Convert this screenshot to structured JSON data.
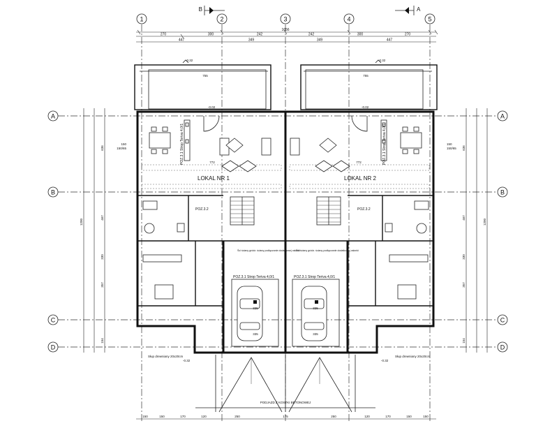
{
  "axes": {
    "columns": [
      {
        "id": "1"
      },
      {
        "id": "2"
      },
      {
        "id": "3"
      },
      {
        "id": "4"
      },
      {
        "id": "5"
      }
    ],
    "rows": [
      {
        "id": "A"
      },
      {
        "id": "B"
      },
      {
        "id": "C"
      },
      {
        "id": "D"
      }
    ]
  },
  "sections": {
    "left": "B",
    "right": "A"
  },
  "units": {
    "left_name": "LOKAL NR 1",
    "right_name": "LOKAL NR 2"
  },
  "beams": {
    "top_left": "POZ.3.1 Strop Teriva 4,0/1",
    "top_right": "POZ.3.1 Strop Teriva 4,0/1",
    "garage_left": "POZ.3.1 Strop Teriva 4,0/1",
    "garage_right": "POZ.3.1 Strop Teriva 4,0/1",
    "stair_left": "POZ.3.2",
    "stair_right": "POZ.3.2"
  },
  "notes": {
    "garage_left": "Ści ściany gródz. ściany podłączanie dodatkowej osłonki",
    "garage_right": "Ści ściany gródz. ściany podłączanie dodatkowej osłonki",
    "post_left": "Słup drewniany 20x20cm",
    "post_right": "Słup drewniany 20x20cm",
    "driveway": "PODJAZD Z KOSTKI BETONOWEJ"
  },
  "levels": {
    "terrace_left": "-0.32",
    "terrace_right": "-0.32",
    "entry_left": "-0.02",
    "entry_right": "-0.02",
    "bottom_left": "-0.32",
    "bottom_right": "-0.32"
  },
  "dimensions": {
    "top_overall": "1656",
    "top_chain_1": [
      "270",
      "300",
      "242",
      "242",
      "300",
      "270"
    ],
    "top_chain_2": [
      "447",
      "349",
      "349",
      "447"
    ],
    "terrace_width": [
      "755",
      "755"
    ],
    "room_widths": [
      "772",
      "772"
    ],
    "garage_widths": [
      "325",
      "325"
    ],
    "garage_bottom": [
      "335",
      "335"
    ],
    "side_overall": "1200",
    "side_chain": [
      "636",
      "467",
      "330",
      "357",
      "154"
    ],
    "window_marks": [
      "150",
      "150/65",
      "150/65",
      "150"
    ],
    "bottom_chain": [
      "150",
      "150",
      "170",
      "120",
      "250",
      "175",
      "250",
      "120",
      "170",
      "150",
      "150"
    ]
  },
  "icons": [
    "section-arrow",
    "axis-bubble",
    "door-swing",
    "car"
  ]
}
